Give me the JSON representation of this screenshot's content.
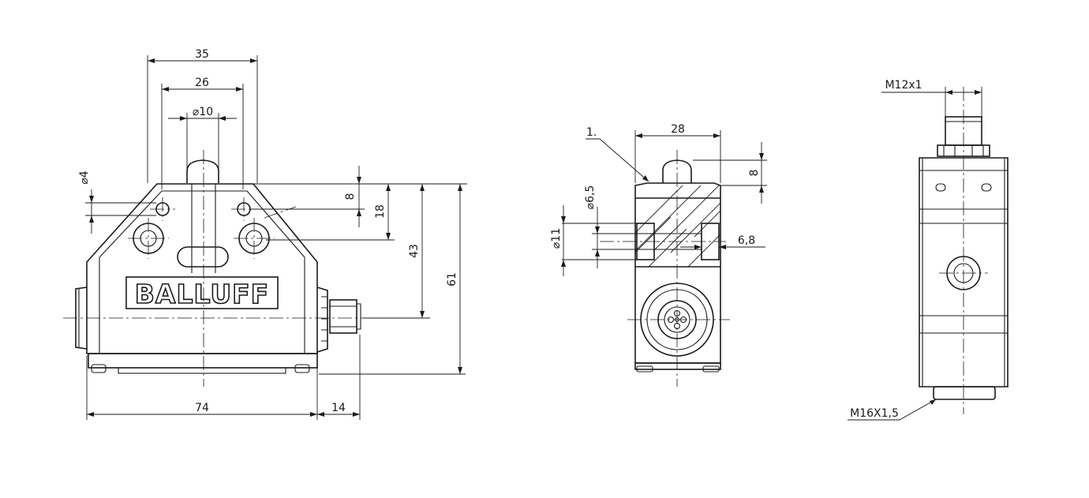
{
  "brand": {
    "logo_text": "BALLUFF"
  },
  "front_view": {
    "dim_width_35": "35",
    "dim_width_26": "26",
    "dim_dia_10": "⌀10",
    "dim_dia_4": "⌀4",
    "dim_8": "8",
    "dim_18": "18",
    "dim_43": "43",
    "dim_61": "61",
    "dim_74": "74",
    "dim_14": "14"
  },
  "side_view": {
    "dim_28": "28",
    "callout_1": "1.",
    "dim_8": "8",
    "dim_dia_6_5": "⌀6,5",
    "dim_dia_11": "⌀11",
    "dim_6_8": "6,8"
  },
  "right_view": {
    "thread_m12": "M12x1",
    "thread_m16": "M16X1,5"
  }
}
